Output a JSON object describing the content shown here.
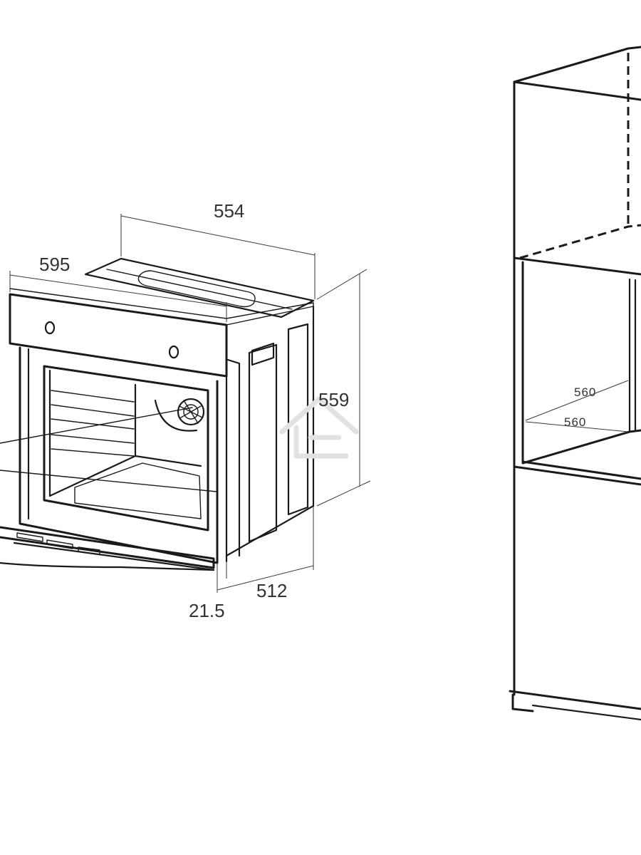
{
  "oven_dimensions": {
    "width_total": "595",
    "width_body": "554",
    "height_body": "559",
    "depth_body": "512",
    "panel_depth": "21.5"
  },
  "cabinet_dimensions": {
    "niche_width_1": "560",
    "niche_width_2": "560"
  },
  "watermark_icon": "house-icon",
  "colors": {
    "line": "#1a1a1a",
    "text": "#333333",
    "watermark": "#e2e2e2"
  }
}
